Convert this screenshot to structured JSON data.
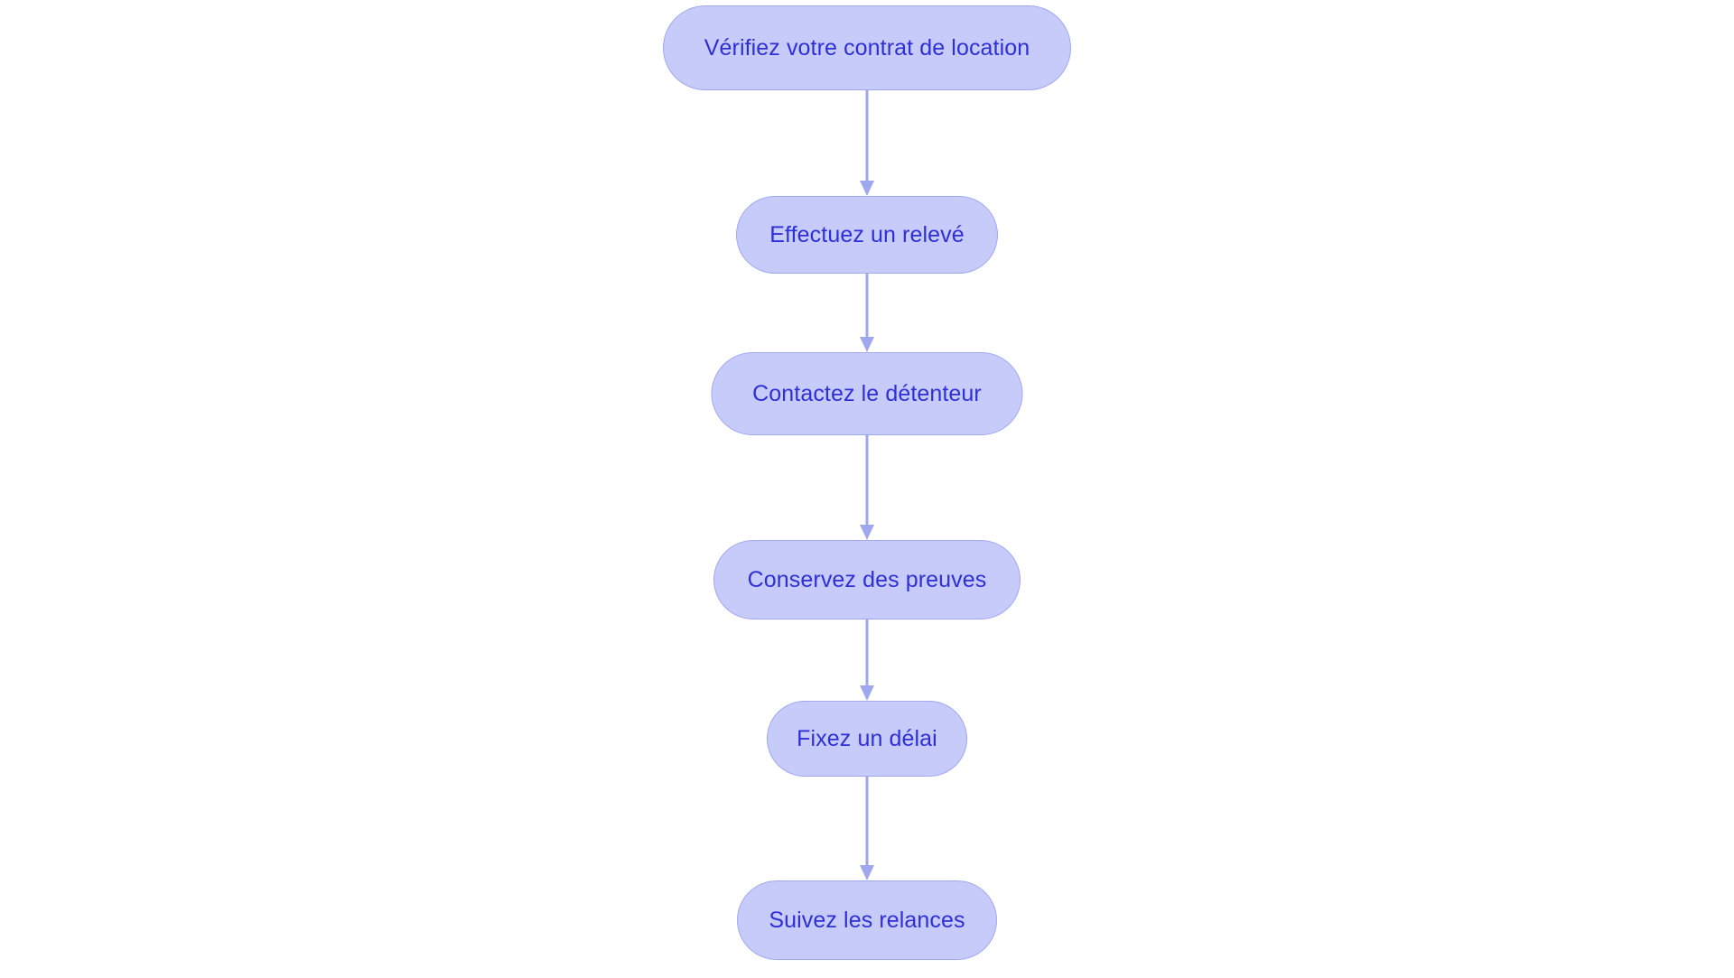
{
  "diagram": {
    "type": "flowchart",
    "orientation": "top-to-bottom",
    "background_color": "#ffffff",
    "node_fill_color": "#c6cbfa",
    "node_border_color": "#a0a8f0",
    "node_text_color": "#2f2fd6",
    "connector_color": "#9fa8ef",
    "nodes": [
      {
        "id": "n0",
        "label": "Vérifiez votre contrat de location"
      },
      {
        "id": "n1",
        "label": "Effectuez un relevé"
      },
      {
        "id": "n2",
        "label": "Contactez le détenteur"
      },
      {
        "id": "n3",
        "label": "Conservez des preuves"
      },
      {
        "id": "n4",
        "label": "Fixez un délai"
      },
      {
        "id": "n5",
        "label": "Suivez les relances"
      }
    ],
    "edges": [
      {
        "id": "e0",
        "from": "n0",
        "to": "n1",
        "label": ""
      },
      {
        "id": "e1",
        "from": "n1",
        "to": "n2",
        "label": ""
      },
      {
        "id": "e2",
        "from": "n2",
        "to": "n3",
        "label": ""
      },
      {
        "id": "e3",
        "from": "n3",
        "to": "n4",
        "label": ""
      },
      {
        "id": "e4",
        "from": "n4",
        "to": "n5",
        "label": ""
      }
    ]
  }
}
